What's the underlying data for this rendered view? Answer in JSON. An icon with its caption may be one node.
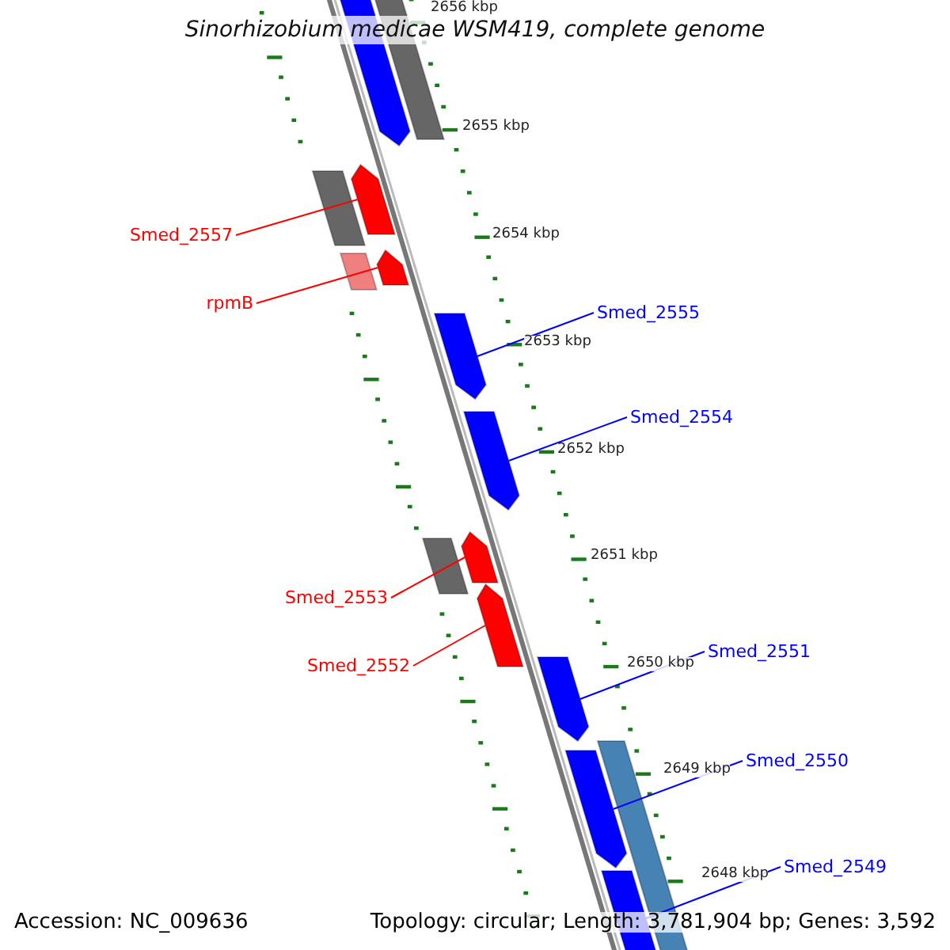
{
  "diagram": {
    "title": "Sinorhizobium medicae WSM419, complete genome",
    "nodes": [
      {
        "text": [
          "Smed_2557"
        ]
      },
      {
        "text": [],
        "shape": "arrow"
      },
      {
        "text": [
          "rpmB"
        ]
      },
      {
        "text": [],
        "shape": "arrow"
      },
      {
        "text": [
          "Smed_2555"
        ]
      },
      {
        "text": [],
        "shape": "arrow"
      },
      {
        "text": [
          "Smed_2554"
        ]
      },
      {
        "text": [],
        "shape": "arrow"
      },
      {
        "text": [
          "Smed_2553"
        ]
      },
      {
        "text": [],
        "shape": "arrow"
      },
      {
        "text": [
          "Smed_2552"
        ]
      },
      {
        "text": [],
        "shape": "arrow"
      },
      {
        "text": [
          "Smed_2551"
        ]
      },
      {
        "text": [],
        "shape": "arrow"
      },
      {
        "text": [
          "Smed_2550"
        ]
      },
      {
        "text": [],
        "shape": "arrow"
      },
      {
        "text": [
          "Smed_2549"
        ]
      },
      {
        "text": [],
        "shape": "arrow"
      },
      {
        "text": [],
        "shape": "arrow"
      },
      {
        "text": [],
        "shape": "box"
      },
      {
        "text": [],
        "shape": "box"
      },
      {
        "text": [],
        "shape": "box"
      },
      {
        "text": [],
        "shape": "box"
      },
      {
        "text": [],
        "shape": "box"
      }
    ],
    "edges": [
      {
        "from": 0,
        "to": 1,
        "arrow": "none",
        "color": "#ff0000"
      },
      {
        "from": 2,
        "to": 3,
        "arrow": "none",
        "color": "#ff0000"
      },
      {
        "from": 4,
        "to": 5,
        "arrow": "none",
        "color": "#0000ff"
      },
      {
        "from": 6,
        "to": 7,
        "arrow": "none",
        "color": "#0000ff"
      },
      {
        "from": 8,
        "to": 9,
        "arrow": "none",
        "color": "#ff0000"
      },
      {
        "from": 10,
        "to": 11,
        "arrow": "none",
        "color": "#ff0000"
      },
      {
        "from": 12,
        "to": 13,
        "arrow": "none",
        "color": "#0000ff"
      },
      {
        "from": 14,
        "to": 15,
        "arrow": "none",
        "color": "#0000ff"
      },
      {
        "from": 16,
        "to": 17,
        "arrow": "none",
        "color": "#0000ff"
      }
    ],
    "labels": [
      "2656 kbp",
      "2655 kbp",
      "2654 kbp",
      "2653 kbp",
      "2652 kbp",
      "2651 kbp",
      "2650 kbp",
      "2649 kbp",
      "2648 kbp",
      "Accession: NC_009636",
      "Topology: circular; Length: 3,781,904 bp; Genes: 3,592"
    ]
  }
}
